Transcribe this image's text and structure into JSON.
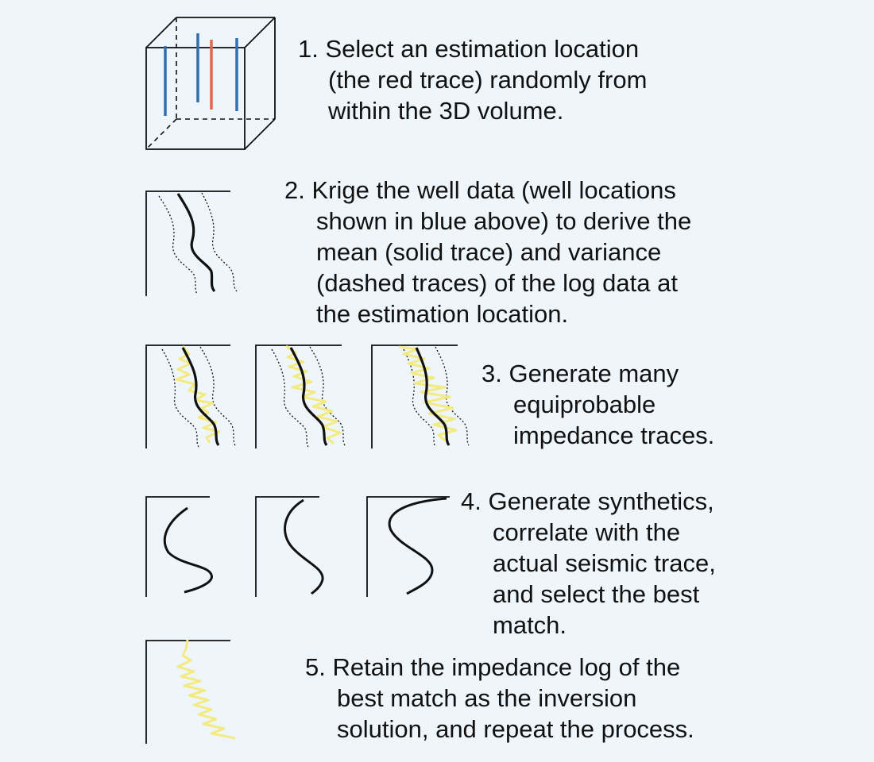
{
  "steps": [
    {
      "number": "1.",
      "lines": [
        "Select an estimation location",
        "(the red trace) randomly from",
        "within the 3D volume."
      ]
    },
    {
      "number": "2.",
      "lines": [
        "Krige the well data (well locations",
        "shown in blue above) to derive the",
        "mean (solid trace) and variance",
        "(dashed traces) of the log data at",
        "the estimation location."
      ]
    },
    {
      "number": "3.",
      "lines": [
        "Generate many",
        "equiprobable",
        "impedance traces."
      ]
    },
    {
      "number": "4.",
      "lines": [
        "Generate synthetics,",
        "correlate with the",
        "actual seismic trace,",
        "and select the best",
        "match."
      ]
    },
    {
      "number": "5.",
      "lines": [
        "Retain the impedance log of the",
        "best match as the inversion",
        "solution, and repeat the process."
      ]
    }
  ],
  "colors": {
    "background": "#eef6fb",
    "well_trace": "#2e6fb5",
    "estimation_trace": "#e0674e",
    "realization_trace": "#f3ea82",
    "line": "#111111"
  },
  "icons": {
    "step1": "3d-volume-cube-icon",
    "step2": "kriged-trace-icon",
    "step3": "realization-traces-icon",
    "step4": "synthetic-traces-icon",
    "step5": "best-match-log-icon"
  }
}
